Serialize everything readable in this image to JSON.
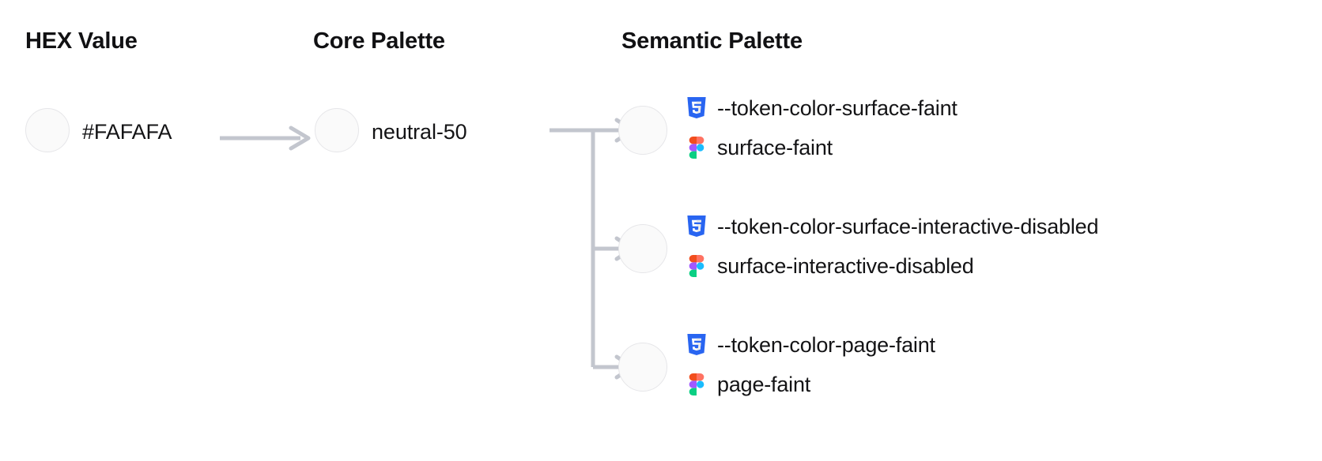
{
  "columns": {
    "hex": {
      "title": "HEX Value"
    },
    "core": {
      "title": "Core Palette"
    },
    "semantic": {
      "title": "Semantic Palette"
    }
  },
  "hex": {
    "value": "#FAFAFA",
    "swatch_color": "#FAFAFA"
  },
  "core": {
    "value": "neutral-50",
    "swatch_color": "#FAFAFA"
  },
  "semantic": {
    "rows": [
      {
        "swatch_color": "#FAFAFA",
        "css_token": "--token-color-surface-faint",
        "figma_token": "surface-faint"
      },
      {
        "swatch_color": "#FAFAFA",
        "css_token": "--token-color-surface-interactive-disabled",
        "figma_token": "surface-interactive-disabled"
      },
      {
        "swatch_color": "#FAFAFA",
        "css_token": "--token-color-page-faint",
        "figma_token": "page-faint"
      }
    ]
  },
  "icons": {
    "css3": "css3-logo-icon",
    "figma": "figma-logo-icon",
    "arrow": "arrow-right-icon"
  },
  "colors": {
    "background": "#FFFFFF",
    "text": "#141416",
    "heading": "#111113",
    "swatch_border": "#E6E6E9",
    "connector": "#C3C6CE",
    "css3_blue": "#2965F1",
    "figma_orange": "#F24E1E",
    "figma_pink": "#FF7262",
    "figma_purple": "#A259FF",
    "figma_blue": "#1ABCFE",
    "figma_green": "#0ACF83"
  }
}
